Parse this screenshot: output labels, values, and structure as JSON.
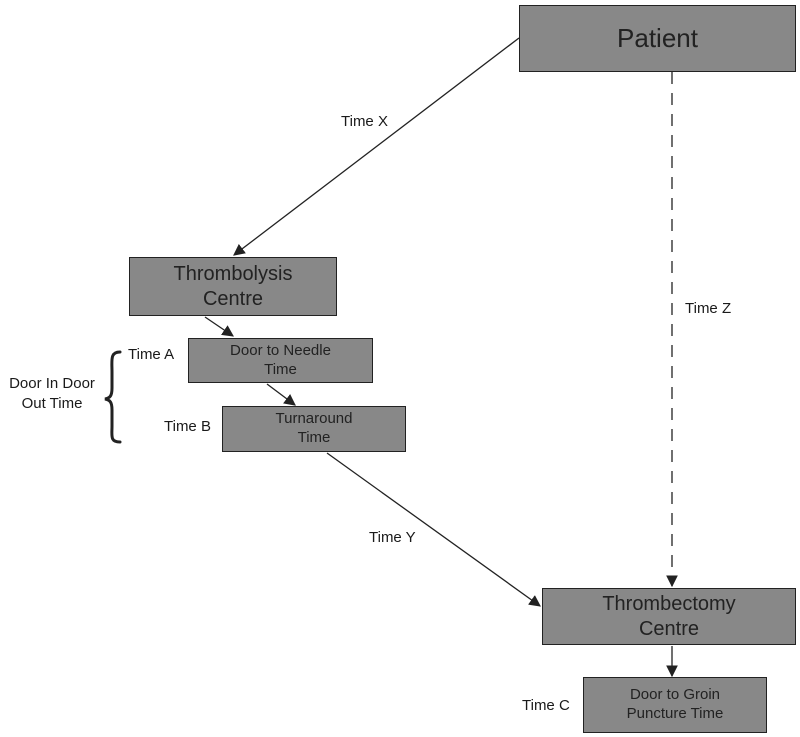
{
  "colors": {
    "box_fill": "#888888",
    "line": "#222222",
    "background": "#ffffff"
  },
  "nodes": {
    "patient": {
      "label": "Patient"
    },
    "thrombolysis_centre": {
      "label": "Thrombolysis Centre"
    },
    "door_to_needle": {
      "label": "Door to Needle Time"
    },
    "turnaround": {
      "label": "Turnaround Time"
    },
    "thrombectomy_centre": {
      "label": "Thrombectomy Centre"
    },
    "door_to_groin": {
      "label": "Door to Groin Puncture Time"
    }
  },
  "edge_labels": {
    "time_x": "Time X",
    "time_y": "Time Y",
    "time_z": "Time Z"
  },
  "side_labels": {
    "time_a": "Time A",
    "time_b": "Time B",
    "time_c": "Time C",
    "door_in_door_out": "Door In Door Out Time"
  }
}
